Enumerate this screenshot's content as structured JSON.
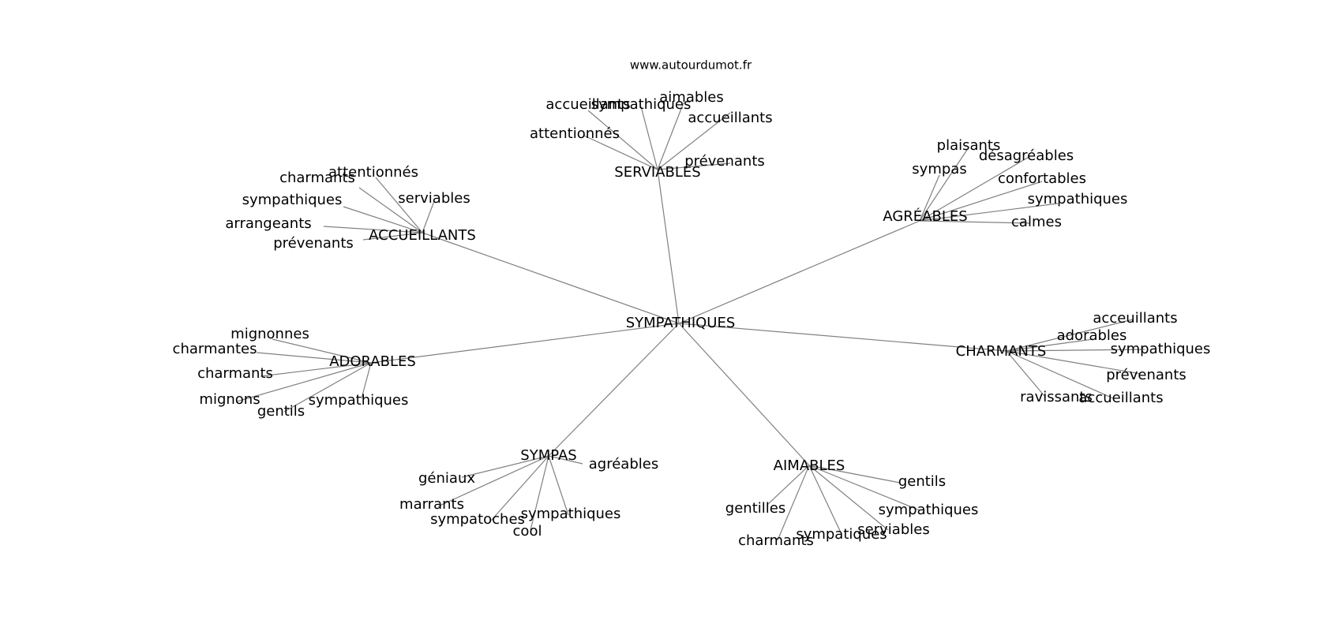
{
  "header": {
    "site": "www.autourdumot.fr"
  },
  "graph": {
    "center": "SYMPATHIQUES",
    "clusters": [
      {
        "hub": "SERVIABLES",
        "leaves": [
          "accueillants",
          "sympathiques",
          "aimables",
          "accueillants",
          "attentionnés",
          "prévenants"
        ]
      },
      {
        "hub": "AGRÉABLES",
        "leaves": [
          "plaisants",
          "désagréables",
          "sympas",
          "confortables",
          "sympathiques",
          "calmes"
        ]
      },
      {
        "hub": "ACCUEILLANTS",
        "leaves": [
          "attentionnés",
          "charmants",
          "serviables",
          "sympathiques",
          "arrangeants",
          "prévenants"
        ]
      },
      {
        "hub": "ADORABLES",
        "leaves": [
          "mignonnes",
          "charmantes",
          "charmants",
          "mignons",
          "gentils",
          "sympathiques"
        ]
      },
      {
        "hub": "CHARMANTS",
        "leaves": [
          "acceuillants",
          "adorables",
          "sympathiques",
          "prévenants",
          "ravissants",
          "accueillants"
        ]
      },
      {
        "hub": "SYMPAS",
        "leaves": [
          "agréables",
          "géniaux",
          "marrants",
          "sympatoches",
          "sympathiques",
          "cool"
        ]
      },
      {
        "hub": "AIMABLES",
        "leaves": [
          "gentils",
          "gentilles",
          "sympathiques",
          "charmants",
          "sympatiques",
          "serviables"
        ]
      }
    ]
  }
}
